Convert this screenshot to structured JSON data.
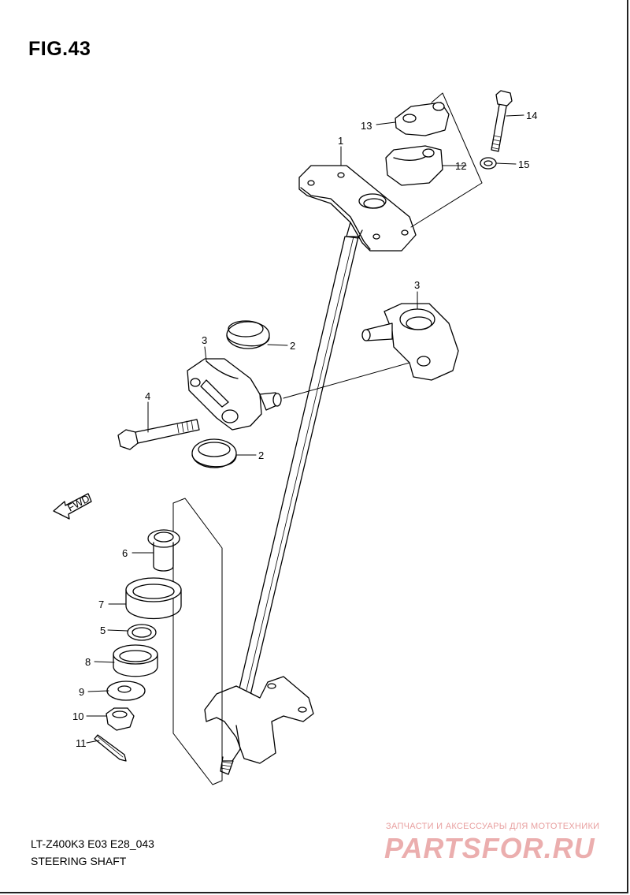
{
  "figure": {
    "title": "FIG.43",
    "model_code": "LT-Z400K3 E03 E28_043",
    "section_name": "STEERING SHAFT"
  },
  "callouts": {
    "p1": "1",
    "p2a": "2",
    "p2b": "2",
    "p3a": "3",
    "p3b": "3",
    "p4": "4",
    "p5": "5",
    "p6": "6",
    "p7": "7",
    "p8": "8",
    "p9": "9",
    "p10": "10",
    "p11": "11",
    "p12": "12",
    "p13": "13",
    "p14": "14",
    "p15": "15"
  },
  "direction_label": "FWD",
  "watermark": {
    "caption": "ЗАПЧАСТИ И АКСЕССУАРЫ ДЛЯ МОТОТЕХНИКИ",
    "logo_text": "PARTSFOR.RU",
    "color": "#e05050"
  },
  "colors": {
    "line": "#000000",
    "background": "#ffffff"
  }
}
